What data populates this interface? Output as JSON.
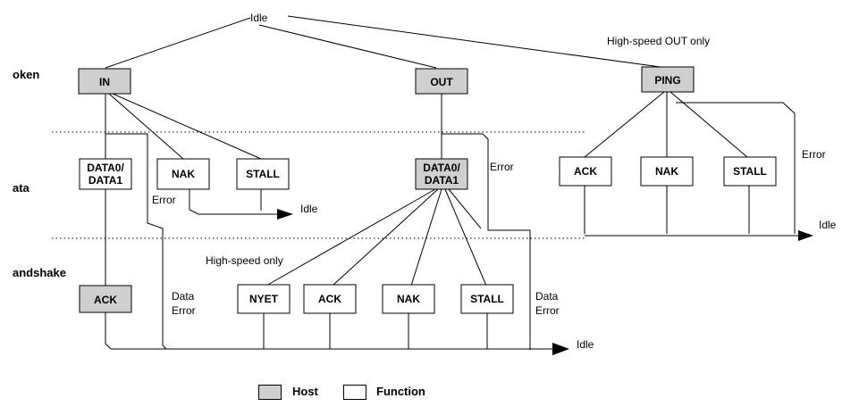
{
  "phases": {
    "token": "oken",
    "data": "ata",
    "handshake": "andshake"
  },
  "idle_label": "Idle",
  "notes": {
    "hs_out_only": "High-speed OUT only",
    "hs_only": "High-speed only"
  },
  "tokens": {
    "in": "IN",
    "out": "OUT",
    "ping": "PING"
  },
  "data_boxes": {
    "in_data_line1": "DATA0/",
    "in_data_line2": "DATA1",
    "out_data_line1": "DATA0/",
    "out_data_line2": "DATA1",
    "in_nak": "NAK",
    "in_stall": "STALL",
    "ping_ack": "ACK",
    "ping_nak": "NAK",
    "ping_stall": "STALL"
  },
  "handshake_boxes": {
    "in_ack": "ACK",
    "nyet": "NYET",
    "ack": "ACK",
    "nak": "NAK",
    "stall": "STALL"
  },
  "errors": {
    "error": "Error",
    "data_error_line1": "Data",
    "data_error_line2": "Error"
  },
  "legend": {
    "host": "Host",
    "function": "Function",
    "host_color": "#cfcfcf",
    "function_color": "#ffffff"
  }
}
